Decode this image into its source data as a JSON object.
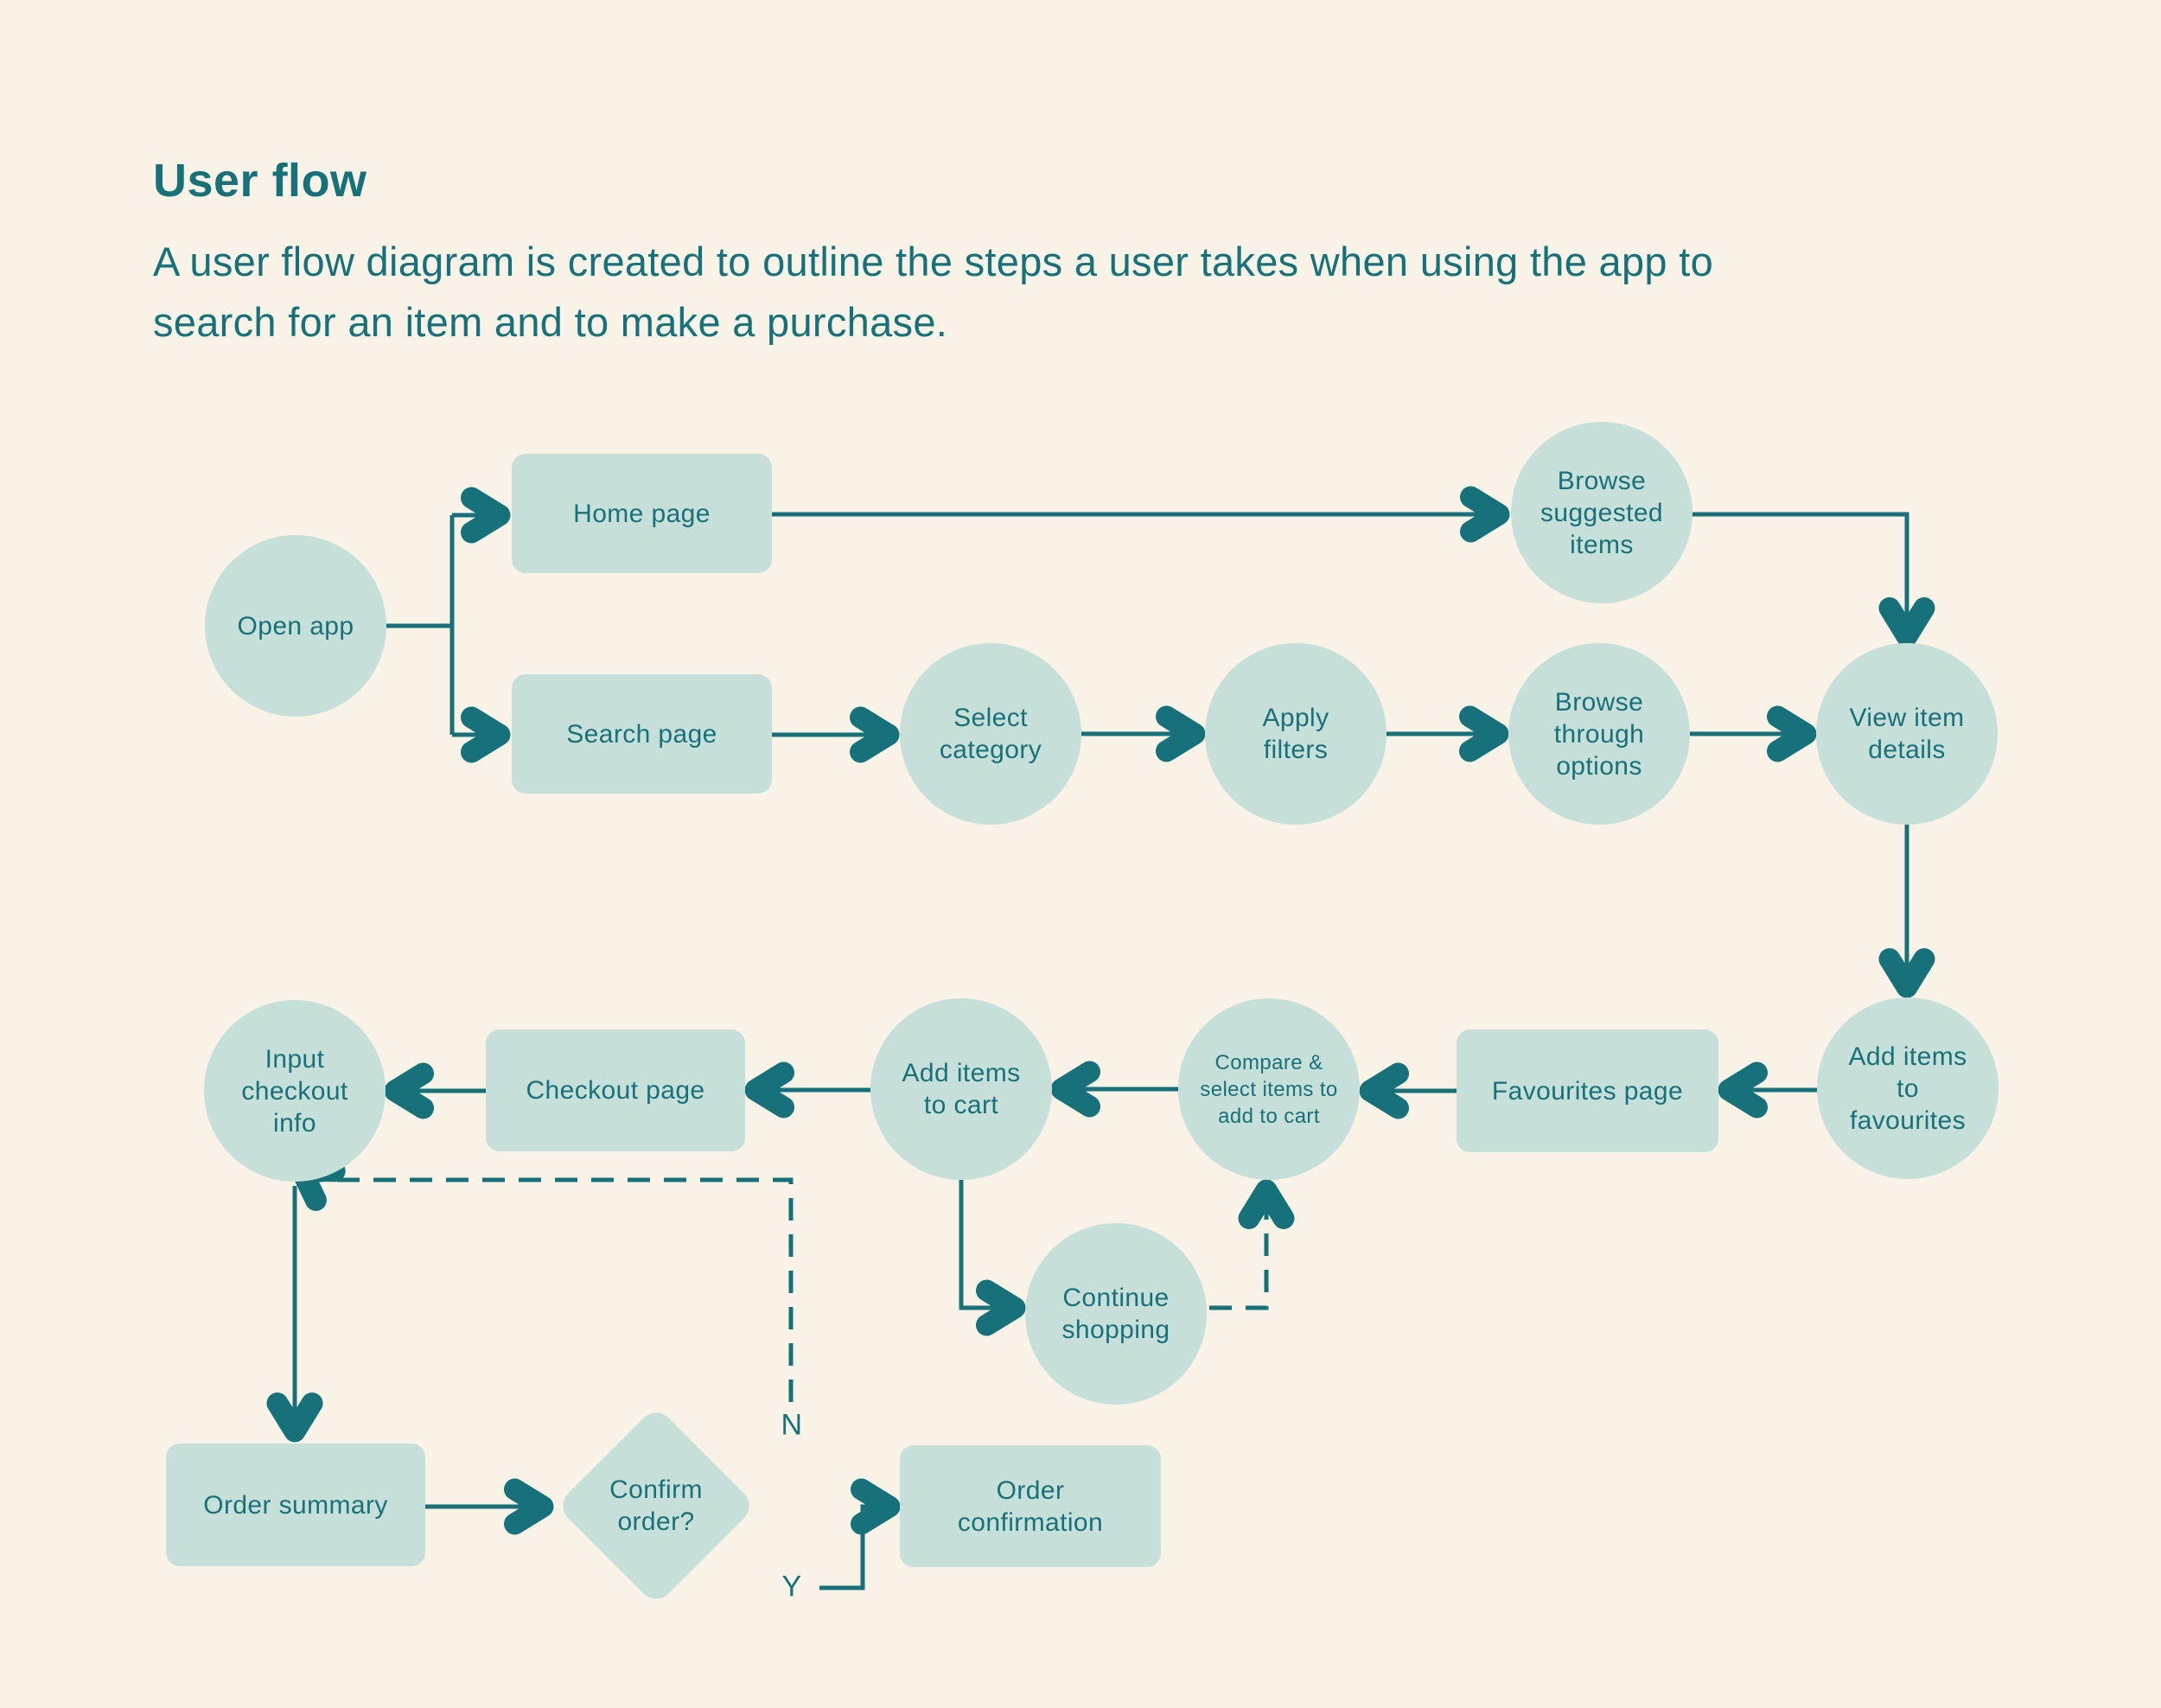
{
  "header": {
    "title": "User flow",
    "description_line1": "A user flow diagram is created to outline the steps a user takes when using the app to",
    "description_line2": "search for an item and to make a purchase."
  },
  "colors": {
    "background": "#f8f3e6",
    "node_fill": "#c7dfd9",
    "ink": "#17717a"
  },
  "diagram": {
    "nodes": {
      "open_app": "Open app",
      "home_page": "Home page",
      "search_page": "Search page",
      "select_category": "Select category",
      "apply_filters": "Apply filters",
      "browse_suggested": "Browse suggested items",
      "browse_options": "Browse through options",
      "view_item": "View item details",
      "add_favourites": "Add items to favourites",
      "favourites_page": "Favourites page",
      "compare_select": "Compare & select items to add to cart",
      "add_cart": "Add items to cart",
      "checkout_page": "Checkout page",
      "input_checkout": "Input checkout info",
      "continue_shopping": "Continue shopping",
      "order_summary": "Order summary",
      "confirm_order": "Confirm order?",
      "order_confirmation": "Order confirmation"
    },
    "branch_labels": {
      "no": "N",
      "yes": "Y"
    }
  }
}
